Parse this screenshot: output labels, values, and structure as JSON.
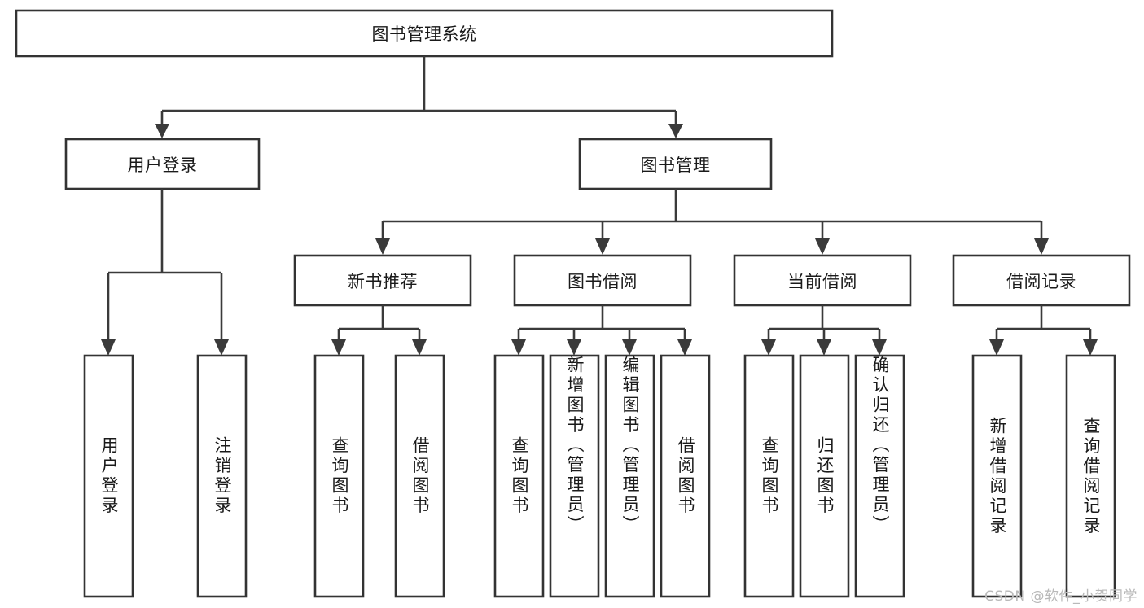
{
  "diagram": {
    "type": "tree-hierarchy",
    "title": "图书管理系统",
    "watermark": "CSDN @软件_小贺同学",
    "colors": {
      "box_stroke": "#333333",
      "box_fill": "#ffffff",
      "connector": "#3a3a3a",
      "text": "#1a1a1a",
      "background": "#ffffff",
      "watermark": "#b9b9b9"
    },
    "root": {
      "label": "图书管理系统",
      "orientation": "horizontal"
    },
    "level2": [
      {
        "id": "user-login",
        "label": "用户登录",
        "orientation": "horizontal"
      },
      {
        "id": "book-manage",
        "label": "图书管理",
        "orientation": "horizontal"
      }
    ],
    "level3": [
      {
        "id": "new-book-recommend",
        "label": "新书推荐",
        "orientation": "horizontal",
        "parent": "book-manage"
      },
      {
        "id": "book-borrow",
        "label": "图书借阅",
        "orientation": "horizontal",
        "parent": "book-manage"
      },
      {
        "id": "current-borrow",
        "label": "当前借阅",
        "orientation": "horizontal",
        "parent": "book-manage"
      },
      {
        "id": "borrow-record",
        "label": "借阅记录",
        "orientation": "horizontal",
        "parent": "book-manage"
      }
    ],
    "leaves": [
      {
        "id": "leaf-user-login",
        "label": "用户登录",
        "parent": "user-login",
        "orientation": "vertical"
      },
      {
        "id": "leaf-user-logout",
        "label": "注销登录",
        "parent": "user-login",
        "orientation": "vertical"
      },
      {
        "id": "leaf-query-book-1",
        "label": "查询图书",
        "parent": "new-book-recommend",
        "orientation": "vertical"
      },
      {
        "id": "leaf-borrow-book-1",
        "label": "借阅图书",
        "parent": "new-book-recommend",
        "orientation": "vertical"
      },
      {
        "id": "leaf-query-book-2",
        "label": "查询图书",
        "parent": "book-borrow",
        "orientation": "vertical"
      },
      {
        "id": "leaf-add-book",
        "label": "新增图书（管理员）",
        "parent": "book-borrow",
        "orientation": "vertical"
      },
      {
        "id": "leaf-edit-book",
        "label": "编辑图书（管理员）",
        "parent": "book-borrow",
        "orientation": "vertical"
      },
      {
        "id": "leaf-borrow-book-2",
        "label": "借阅图书",
        "parent": "book-borrow",
        "orientation": "vertical"
      },
      {
        "id": "leaf-query-book-3",
        "label": "查询图书",
        "parent": "current-borrow",
        "orientation": "vertical"
      },
      {
        "id": "leaf-return-book",
        "label": "归还图书",
        "parent": "current-borrow",
        "orientation": "vertical"
      },
      {
        "id": "leaf-confirm-return",
        "label": "确认归还（管理员）",
        "parent": "current-borrow",
        "orientation": "vertical"
      },
      {
        "id": "leaf-add-record",
        "label": "新增借阅记录",
        "parent": "borrow-record",
        "orientation": "vertical"
      },
      {
        "id": "leaf-query-record",
        "label": "查询借阅记录",
        "parent": "borrow-record",
        "orientation": "vertical"
      }
    ]
  }
}
